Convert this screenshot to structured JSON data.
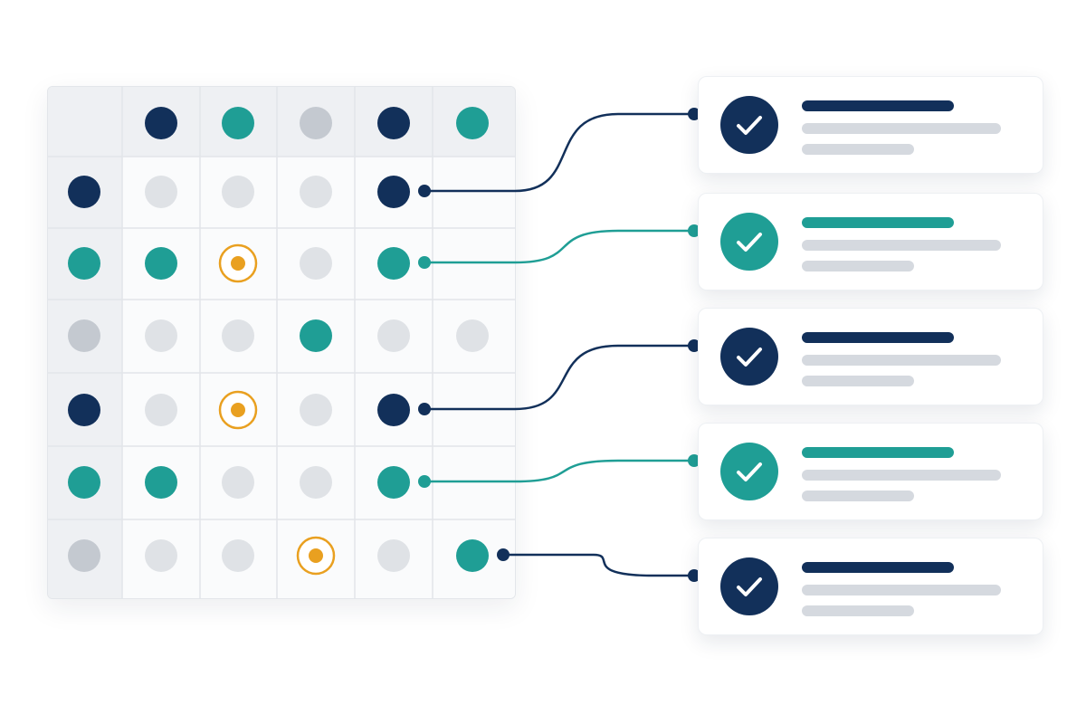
{
  "colors": {
    "navy": "#12305a",
    "teal": "#1f9e95",
    "gray": "#c4c9d0",
    "light": "#dfe2e6",
    "orange": "#e9a020"
  },
  "matrix": {
    "header": [
      "",
      "navy",
      "teal",
      "gray",
      "navy",
      "teal"
    ],
    "rows": [
      [
        "navy",
        "light",
        "light",
        "light",
        "navy",
        "none"
      ],
      [
        "teal",
        "teal",
        "target",
        "light",
        "teal",
        "none"
      ],
      [
        "gray",
        "light",
        "light",
        "teal",
        "light",
        "light"
      ],
      [
        "navy",
        "light",
        "target",
        "light",
        "navy",
        "none"
      ],
      [
        "teal",
        "teal",
        "light",
        "light",
        "teal",
        "none"
      ],
      [
        "gray",
        "light",
        "light",
        "target",
        "light",
        "teal"
      ]
    ]
  },
  "links": [
    {
      "from_row": 0,
      "from_col": 4,
      "to_card": 0,
      "color": "navy"
    },
    {
      "from_row": 1,
      "from_col": 4,
      "to_card": 1,
      "color": "teal"
    },
    {
      "from_row": 3,
      "from_col": 4,
      "to_card": 2,
      "color": "navy"
    },
    {
      "from_row": 4,
      "from_col": 4,
      "to_card": 3,
      "color": "teal"
    },
    {
      "from_row": 5,
      "from_col": 5,
      "to_card": 4,
      "color": "navy"
    }
  ],
  "cards": [
    {
      "color": "navy",
      "icon": "check-icon"
    },
    {
      "color": "teal",
      "icon": "check-icon"
    },
    {
      "color": "navy",
      "icon": "check-icon"
    },
    {
      "color": "teal",
      "icon": "check-icon"
    },
    {
      "color": "navy",
      "icon": "check-icon"
    }
  ]
}
